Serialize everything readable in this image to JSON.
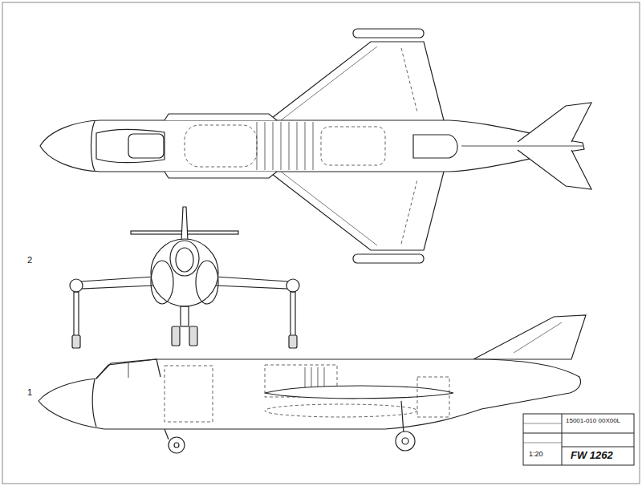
{
  "diagram": {
    "labels": [
      "1",
      "2",
      "1:20",
      "15001-010 00X00L",
      "FW 1262"
    ]
  }
}
